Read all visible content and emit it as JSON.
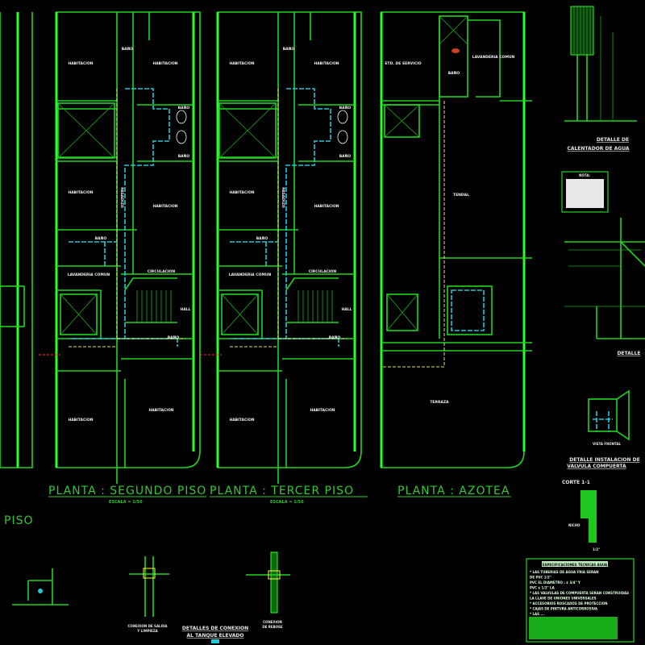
{
  "colors": {
    "background": "#000000",
    "walls": "#1fd61f",
    "cold_water_pipe": "#22c8d8",
    "hot_water_pipe": "#e8e070",
    "notes": "#ff3030",
    "text": "#f0f0f0"
  },
  "left_plan": {
    "title": "PISO"
  },
  "plans": [
    {
      "id": "segundo",
      "title": "PLANTA : SEGUNDO PISO",
      "scale": "ESCALA = 1/50",
      "rooms": {
        "hab_nw": "HABITACION",
        "hab_ne": "HABITACION",
        "hab_mw": "HABITACION",
        "hab_me": "HABITACION",
        "hab_sw": "HABITACION",
        "hab_se": "HABITACION",
        "bano_n": "BAÑO",
        "bano_e": "BAÑO",
        "bano_e2": "BAÑO",
        "bano_w": "BAÑO",
        "bano_s": "BAÑO",
        "lavanderia": "LAVANDERIA COMUN",
        "circulacion": "CIRCULACION",
        "hall": "HALL",
        "pasadizo": "PASADIZO"
      }
    },
    {
      "id": "tercer",
      "title": "PLANTA : TERCER PISO",
      "scale": "ESCALA = 1/50",
      "rooms": {
        "hab_nw": "HABITACION",
        "hab_ne": "HABITACION",
        "hab_mw": "HABITACION",
        "hab_me": "HABITACION",
        "hab_sw": "HABITACION",
        "hab_se": "HABITACION",
        "bano_n": "BAÑO",
        "bano_e": "BAÑO",
        "bano_e2": "BAÑO",
        "bano_w": "BAÑO",
        "bano_s": "BAÑO",
        "lavanderia": "LAVANDERIA COMUN",
        "circulacion": "CIRCULACION",
        "hall": "HALL",
        "pasadizo": "PASADIZO"
      }
    }
  ],
  "azotea": {
    "title": "PLANTA : AZOTEA",
    "rooms": {
      "servicio": "ETD. DE SERVICIO",
      "lavanderia": "LAVANDERIA COMUN",
      "bano": "BAÑO",
      "tendal": "TENDAL",
      "terraza": "TERRAZA"
    }
  },
  "details": {
    "calentador": {
      "title_1": "DETALLE DE",
      "title_2": "CALENTADOR DE AGUA"
    },
    "nota": {
      "title": "NOTA:"
    },
    "detalle_right": "DETALLE",
    "valvula": {
      "view": "VISTA FRONTAL",
      "title_1": "DETALLE INSTALACION DE",
      "title_2": "VALVULA COMPUERTA"
    },
    "corte": {
      "title": "CORTE 1-1",
      "dim": "1/2\"",
      "label": "NICHO"
    },
    "salida": {
      "label_1": "CONEXION DE SALIDA",
      "label_2": "Y LIMPIEZA"
    },
    "rebose": {
      "label_1": "CONEXION",
      "label_2": "DE REBOSE"
    },
    "tanque": {
      "title_1": "DETALLES DE CONEXION",
      "title_2": "AL TANQUE ELEVADO"
    }
  },
  "specs": {
    "title": "ESPECIFICACIONES TECNICAS AGUA",
    "lines": [
      "* LAS TUBERIAS DE AGUA FRIA SERAN",
      "DE PVC 1/2\"",
      "PVC EL DIAMETRO : ¢ 3/4\" Y",
      "PVC ¢ 1/2\" LA",
      "* LAS VALVULAS DE COMPUERTA SERAN CONSTRUIDAS",
      "LA LLAVE DE UNIONES UNIVERSALES",
      "* ACCESORIOS ROSCADOS DE PROTECCION",
      "* CAJAS DE PINTURA ANTICORROSIVA",
      "* LAS ..."
    ]
  }
}
